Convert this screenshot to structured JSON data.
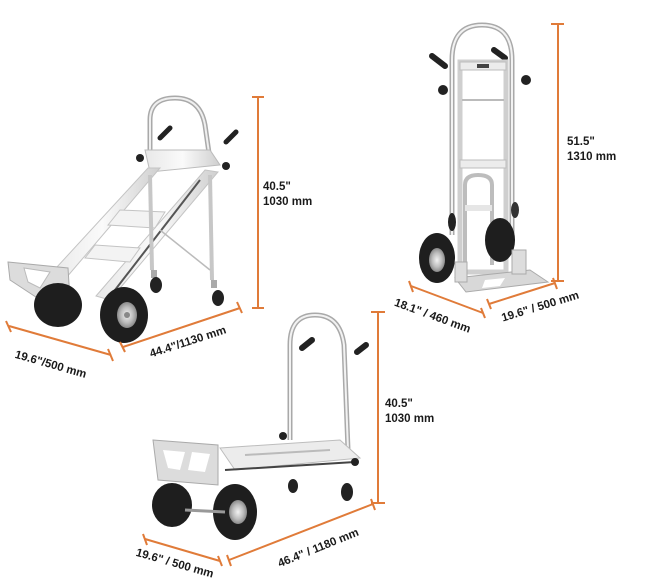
{
  "accent_color": "#E07B39",
  "configurations": [
    {
      "name": "4-wheel-inclined",
      "height_in": "40.5\"",
      "height_mm": "1030 mm",
      "width": "19.6\"/500 mm",
      "length": "44.4\"/1130 mm"
    },
    {
      "name": "2-wheel-upright",
      "height_in": "51.5\"",
      "height_mm": "1310 mm",
      "depth": "18.1\" / 460 mm",
      "width": "19.6\" / 500 mm"
    },
    {
      "name": "4-wheel-flat",
      "height_in": "40.5\"",
      "height_mm": "1030 mm",
      "width": "19.6\" / 500 mm",
      "length": "46.4\" / 1180 mm"
    }
  ]
}
